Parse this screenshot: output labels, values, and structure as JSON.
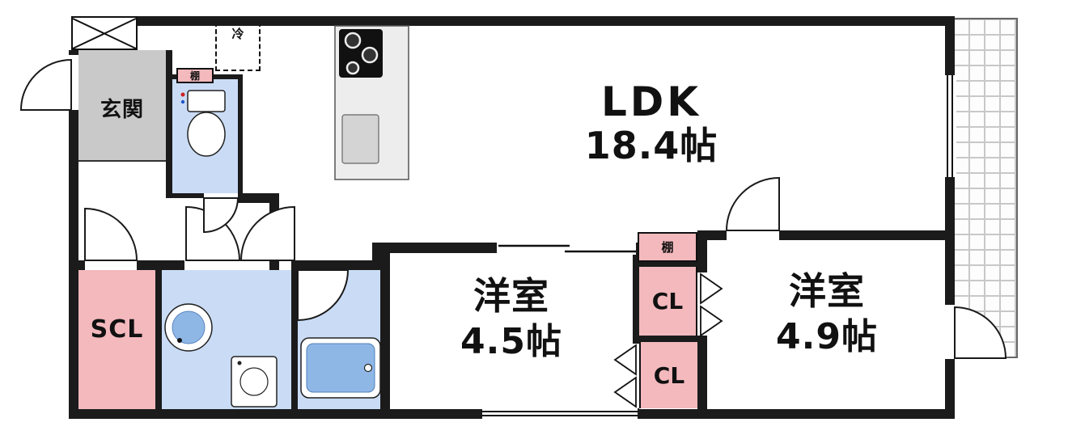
{
  "floorplan": {
    "rooms": {
      "ldk": {
        "name": "LDK",
        "size": "18.4帖"
      },
      "western_room_45": {
        "name": "洋室",
        "size": "4.5帖"
      },
      "western_room_49": {
        "name": "洋室",
        "size": "4.9帖"
      },
      "entrance": {
        "name": "玄関"
      },
      "shoe_closet": {
        "name": "SCL"
      },
      "closet_upper": {
        "name": "CL"
      },
      "closet_lower": {
        "name": "CL"
      },
      "shelf_entrance": {
        "name": "棚"
      },
      "shelf_bedroom": {
        "name": "棚"
      },
      "refrigerator_space": {
        "name": "冷"
      }
    },
    "fixtures": [
      "toilet",
      "washbasin",
      "washing-machine",
      "bathtub",
      "stove",
      "kitchen-sink",
      "balcony",
      "pipe-space"
    ],
    "colors": {
      "wall": "#1b1b1b",
      "closet_pink": "#f3b9bd",
      "wet_area_blue": "#cadcf5",
      "entrance_gray": "#c9c9c9",
      "tub_blue": "#8fb7e6",
      "counter_gray": "#ededed",
      "balcony_grid": "#c8c8c8"
    }
  }
}
